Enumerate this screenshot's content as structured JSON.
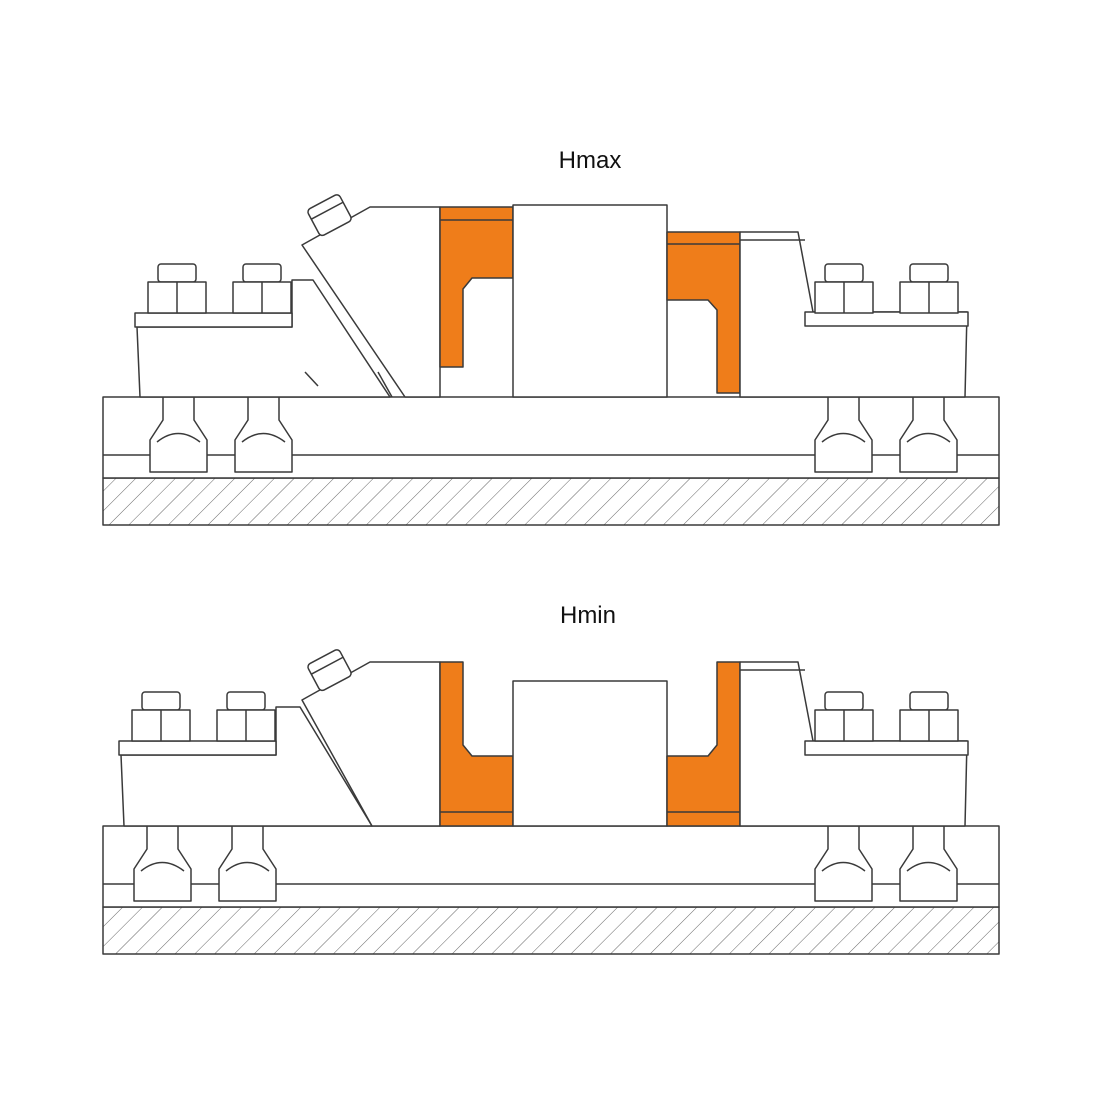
{
  "colors": {
    "background": "#ffffff",
    "outline": "#3a3a3a",
    "fill": "#ffffff",
    "accent": "#ef7d1a",
    "hatch": "#666666"
  },
  "panels": [
    {
      "label": "Hmax",
      "state": "max"
    },
    {
      "label": "Hmin",
      "state": "min"
    }
  ]
}
